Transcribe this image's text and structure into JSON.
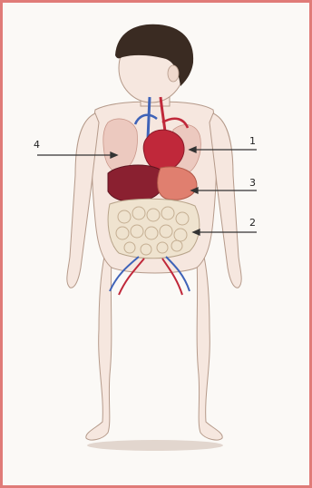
{
  "labels": [
    {
      "id": "1",
      "text": "1"
    },
    {
      "id": "2",
      "text": "2"
    },
    {
      "id": "3",
      "text": "3"
    },
    {
      "id": "4",
      "text": "4"
    }
  ],
  "colors": {
    "frame": "#e07b78",
    "skin": "#f6e7df",
    "outline": "#b59a8a",
    "hair": "#3a2b22",
    "heart": "#c0283a",
    "liver": "#8a2030",
    "vessel_blue": "#3f63b8",
    "intestine": "#efe3cf",
    "lung": "#ecc9bf"
  }
}
